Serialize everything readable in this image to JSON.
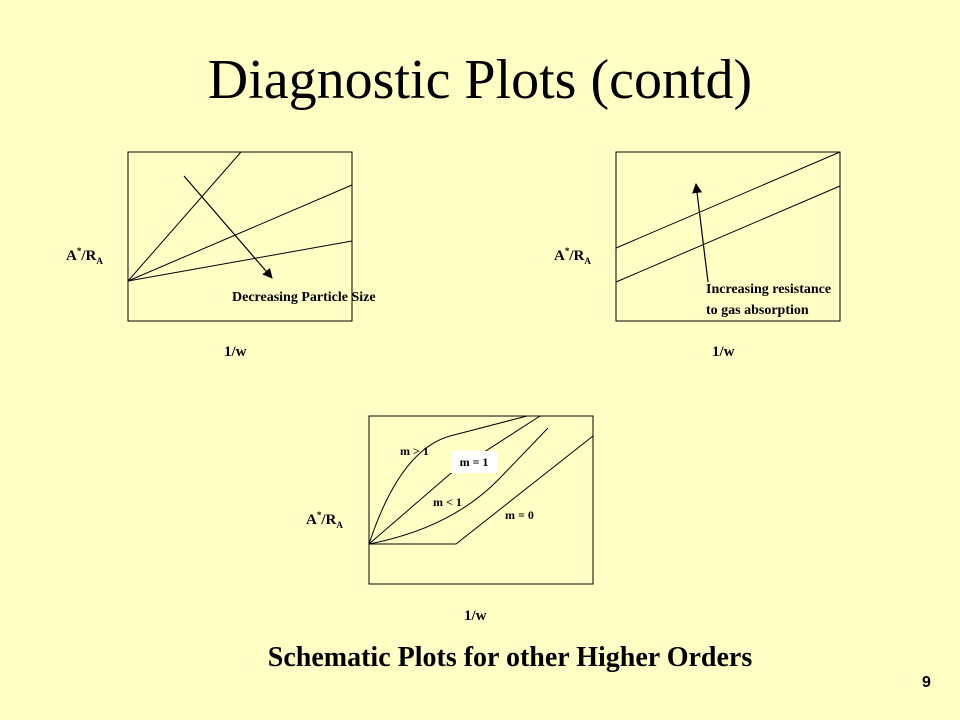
{
  "title": "Diagnostic Plots (contd)",
  "plots": {
    "top_left": {
      "ylabel": {
        "base": "A",
        "sup": "*",
        "mid": "/R",
        "sub": "A"
      },
      "xlabel": "1/w",
      "annotation": "Decreasing Particle Size"
    },
    "top_right": {
      "ylabel": {
        "base": "A",
        "sup": "*",
        "mid": "/R",
        "sub": "A"
      },
      "xlabel": "1/w",
      "annotation_line1": "Increasing resistance",
      "annotation_line2": "to gas absorption"
    },
    "bottom": {
      "ylabel": {
        "base": "A",
        "sup": "*",
        "mid": "/R",
        "sub": "A"
      },
      "xlabel": "1/w",
      "curve_labels": {
        "m_gt_1": "m > 1",
        "m_eq_1": "m = 1",
        "m_lt_1": "m < 1",
        "m_eq_0": "m = 0"
      }
    }
  },
  "caption": "Schematic Plots for other Higher Orders",
  "page_number": "9"
}
